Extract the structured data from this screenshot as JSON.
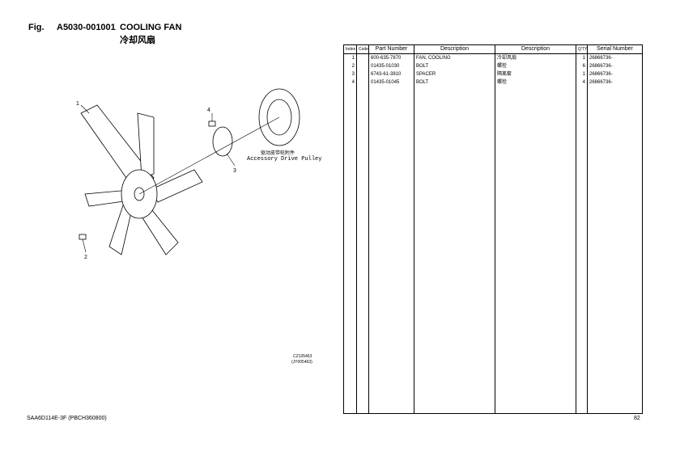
{
  "header": {
    "fig_label": "Fig.",
    "fig_number": "A5030-001001",
    "title": "COOLING FAN",
    "title_cn": "冷却风扇"
  },
  "table": {
    "columns": [
      "Index",
      "Code",
      "Part Number",
      "Description",
      "Description",
      "Q'TY",
      "Serial Number"
    ],
    "rows": [
      {
        "index": "1",
        "code": "",
        "part": "600-635-7870",
        "desc": "FAN, COOLING",
        "desc_cn": "冷却风扇",
        "qty": "1",
        "serial": "26866736-"
      },
      {
        "index": "2",
        "code": "",
        "part": "01435-01030",
        "desc": "BOLT",
        "desc_cn": "螺栓",
        "qty": "6",
        "serial": "26866736-"
      },
      {
        "index": "3",
        "code": "",
        "part": "6743-61-3810",
        "desc": "SPACER",
        "desc_cn": "隔离套",
        "qty": "1",
        "serial": "26866736-"
      },
      {
        "index": "4",
        "code": "",
        "part": "01435-01045",
        "desc": "BOLT",
        "desc_cn": "螺栓",
        "qty": "4",
        "serial": "26866736-"
      }
    ]
  },
  "diagram": {
    "callouts": [
      "1",
      "2",
      "3",
      "4"
    ],
    "pulley_label_cn": "驱动皮带轮附件",
    "pulley_label": "Accessory Drive Pulley",
    "ref1": "CZ105463",
    "ref2": "(JY005463)"
  },
  "footer": {
    "model": "SAA6D114E-3F (PBCH360800)",
    "page": "82"
  }
}
